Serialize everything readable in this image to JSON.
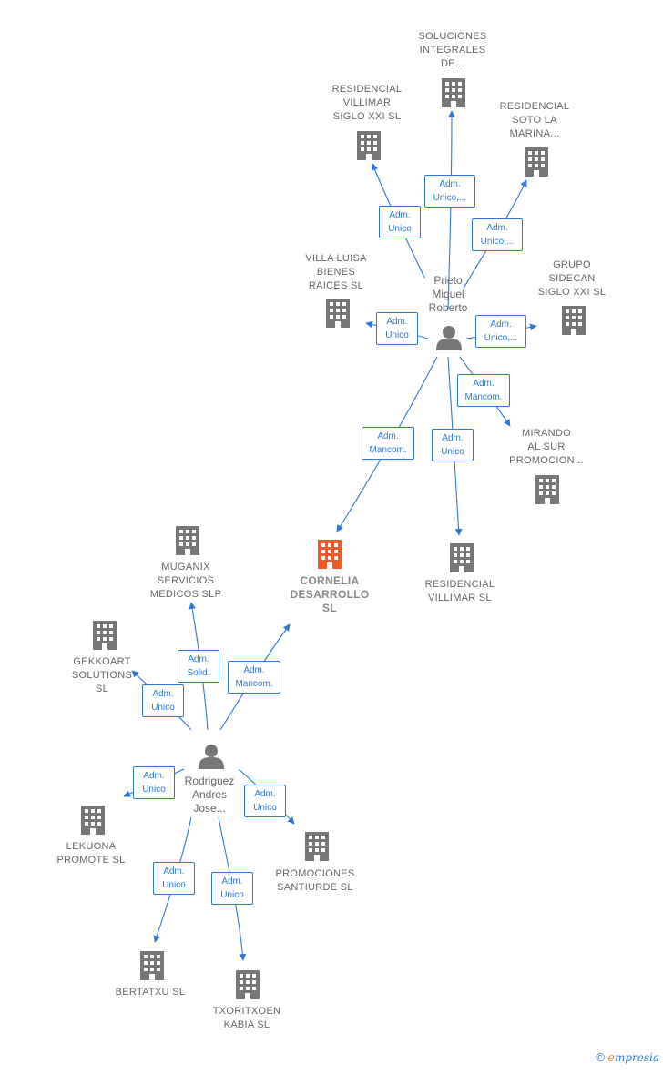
{
  "colors": {
    "edge": "#2c78d6",
    "building": "#777777",
    "highlight": "#f05a28",
    "person": "#777777"
  },
  "persons": {
    "prieto": {
      "label": "Prieto\nMiguel\nRoberto",
      "icon": "person-icon"
    },
    "rodriguez": {
      "label": "Rodriguez\nAndres\nJose...",
      "icon": "person-icon"
    }
  },
  "companies": {
    "soluciones": "SOLUCIONES\nINTEGRALES\nDE...",
    "res_villimar_xxi": "RESIDENCIAL\nVILLIMAR\nSIGLO XXI  SL",
    "res_soto": "RESIDENCIAL\nSOTO LA\nMARINA...",
    "villa_luisa": "VILLA LUISA\nBIENES\nRAICES  SL",
    "grupo_sidecan": "GRUPO\nSIDECAN\nSIGLO XXI  SL",
    "mirando": "MIRANDO\nAL SUR\nPROMOCION...",
    "cornelia": "CORNELIA\nDESARROLLO\nSL",
    "res_villimar": "RESIDENCIAL\nVILLIMAR  SL",
    "muganix": "MUGANIX\nSERVICIOS\nMEDICOS SLP",
    "gekkoart": "GEKKOART\nSOLUTIONS\nSL",
    "lekuona": "LEKUONA\nPROMOTE SL",
    "promociones": "PROMOCIONES\nSANTIURDE SL",
    "bertatxu": "BERTATXU  SL",
    "txoritxoen": "TXORITXOEN\nKABIA  SL"
  },
  "edges": {
    "e_soluciones": "Adm.\nUnico,...",
    "e_res_villimar_xxi": "Adm.\nUnico",
    "e_res_soto": "Adm.\nUnico,...",
    "e_villa_luisa": "Adm.\nUnico",
    "e_grupo_sidecan": "Adm.\nUnico,...",
    "e_mirando": "Adm.\nMancom.",
    "e_cornelia_p": "Adm.\nMancom.",
    "e_res_villimar": "Adm.\nUnico",
    "e_muganix": "Adm.\nSolid.",
    "e_cornelia_r": "Adm.\nMancom.",
    "e_gekkoart": "Adm.\nUnico",
    "e_lekuona": "Adm.\nUnico",
    "e_promociones": "Adm.\nUnico",
    "e_bertatxu": "Adm.\nUnico",
    "e_txoritxoen": "Adm.\nUnico"
  },
  "watermark": {
    "copyright": "©",
    "brand_initial": "e",
    "brand_rest": "mpresia"
  }
}
